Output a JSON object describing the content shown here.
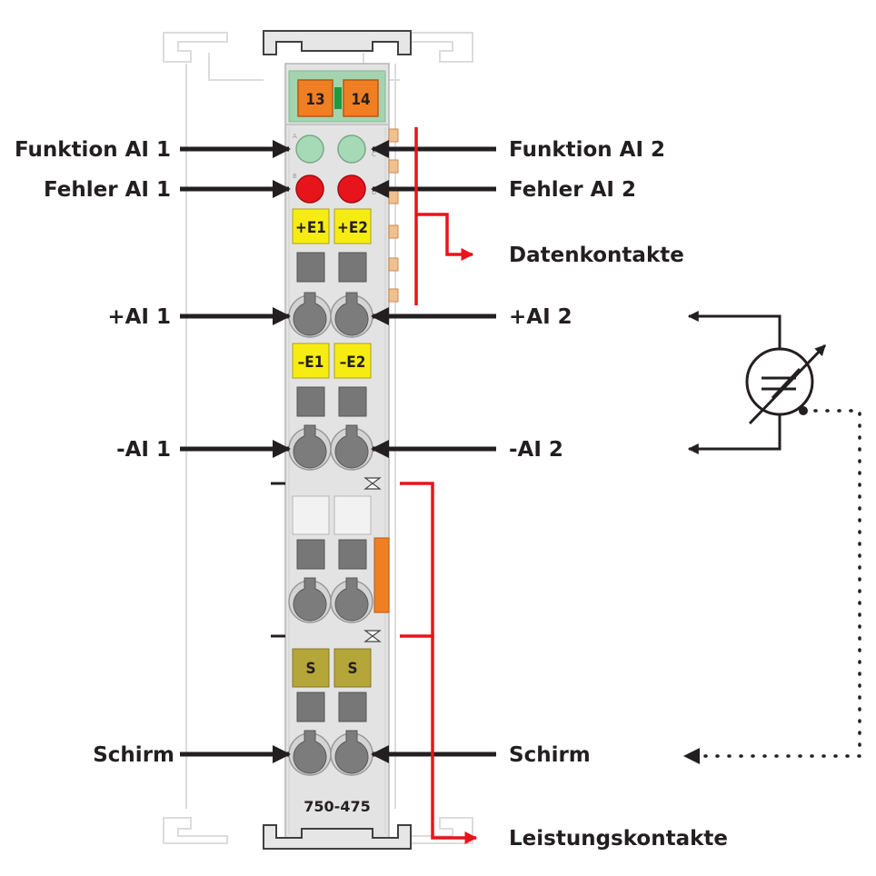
{
  "labels": {
    "funktion_ai1": "Funktion AI 1",
    "funktion_ai2": "Funktion AI 2",
    "fehler_ai1": "Fehler AI 1",
    "fehler_ai2": "Fehler AI 2",
    "datenkontakte": "Datenkontakte",
    "plus_ai1": "+AI 1",
    "plus_ai2": "+AI 2",
    "minus_ai1": "-AI 1",
    "minus_ai2": "-AI 2",
    "schirm_left": "Schirm",
    "schirm_right": "Schirm",
    "leistungskontakte": "Leistungskontakte"
  },
  "module": {
    "number": "750-475",
    "tab_left": "13",
    "tab_right": "14",
    "led_letters": [
      "A",
      "C",
      "B",
      "D"
    ],
    "tags_plus": [
      "+E1",
      "+E2"
    ],
    "tags_minus": [
      "–E1",
      "–E2"
    ],
    "tags_shield": [
      "S",
      "S"
    ]
  },
  "colors": {
    "led_function": "#a6d9b5",
    "led_error": "#e8141c",
    "tag_yellow": "#f6ec14",
    "tag_shield": "#b5a63a",
    "tab_orange": "#f07f23",
    "contact_red": "#e8141c",
    "module_body": "#e3e3e3"
  }
}
